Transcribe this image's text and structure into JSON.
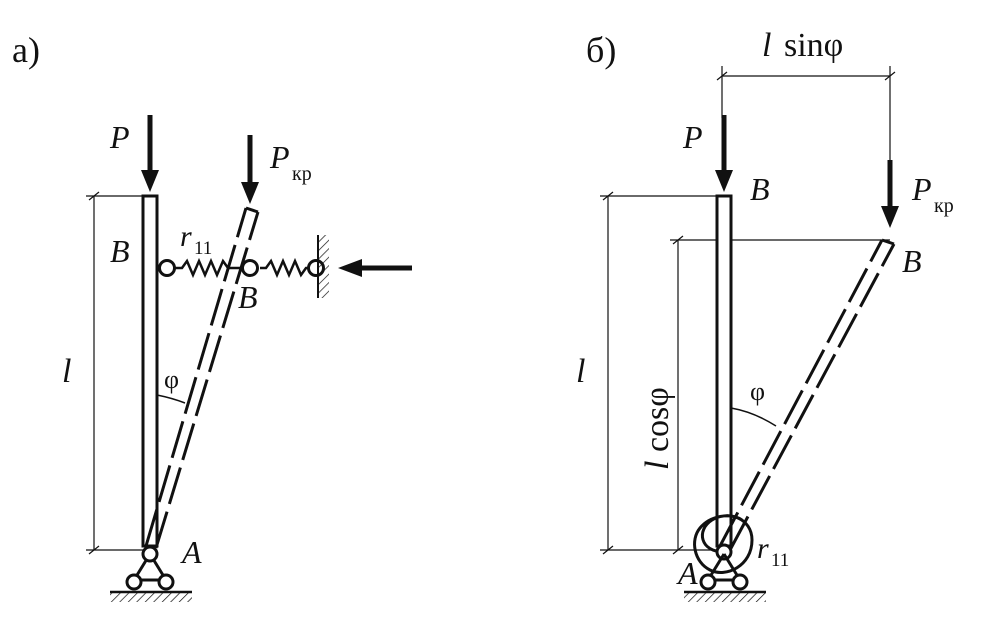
{
  "panel_a": {
    "tag": "а)",
    "load": "P",
    "critical_load_symbol": "P",
    "critical_load_subscript": "кр",
    "top_label": "B",
    "top_label_displaced": "B",
    "spring_symbol": "r",
    "spring_subscript": "11",
    "length": "l",
    "angle": "φ",
    "support_label": "A"
  },
  "panel_b": {
    "tag": "б)",
    "horizontal_offset_symbol": "l",
    "horizontal_offset_fn": "sinφ",
    "load": "P",
    "critical_load_symbol": "P",
    "critical_load_subscript": "кр",
    "top_label": "B",
    "top_label_displaced": "B",
    "length": "l",
    "vertical_projection_symbol": "l",
    "vertical_projection_fn": "cosφ",
    "angle": "φ",
    "spring_symbol": "r",
    "spring_subscript": "11",
    "support_label": "A"
  }
}
